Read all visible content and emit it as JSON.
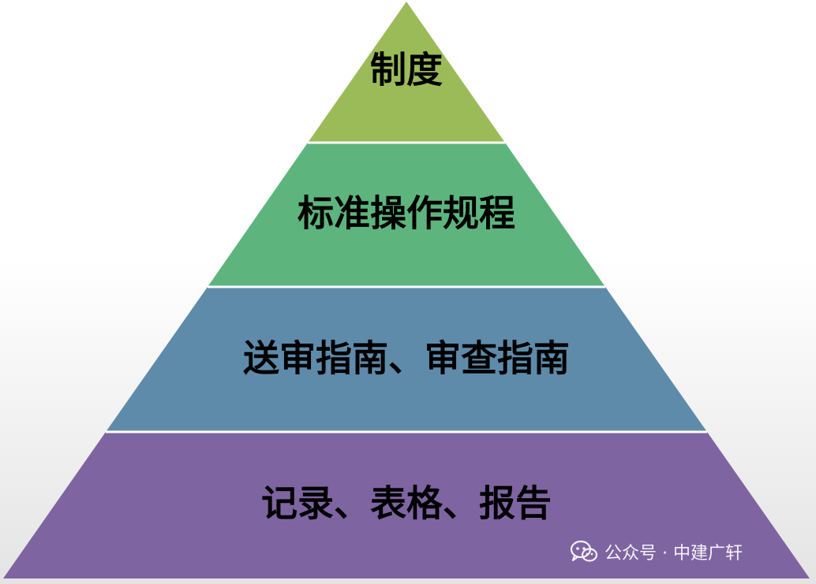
{
  "pyramid": {
    "tiers": [
      {
        "label": "制度",
        "color": "#9bbb59"
      },
      {
        "label": "标准操作规程",
        "color": "#5db57d"
      },
      {
        "label": "送审指南、审查指南",
        "color": "#5f8bab"
      },
      {
        "label": "记录、表格、报告",
        "color": "#7f64a2"
      }
    ],
    "divider_color": "#ffffff"
  },
  "watermark": {
    "icon": "wechat-icon",
    "text": "公众号 · 中建广轩"
  }
}
